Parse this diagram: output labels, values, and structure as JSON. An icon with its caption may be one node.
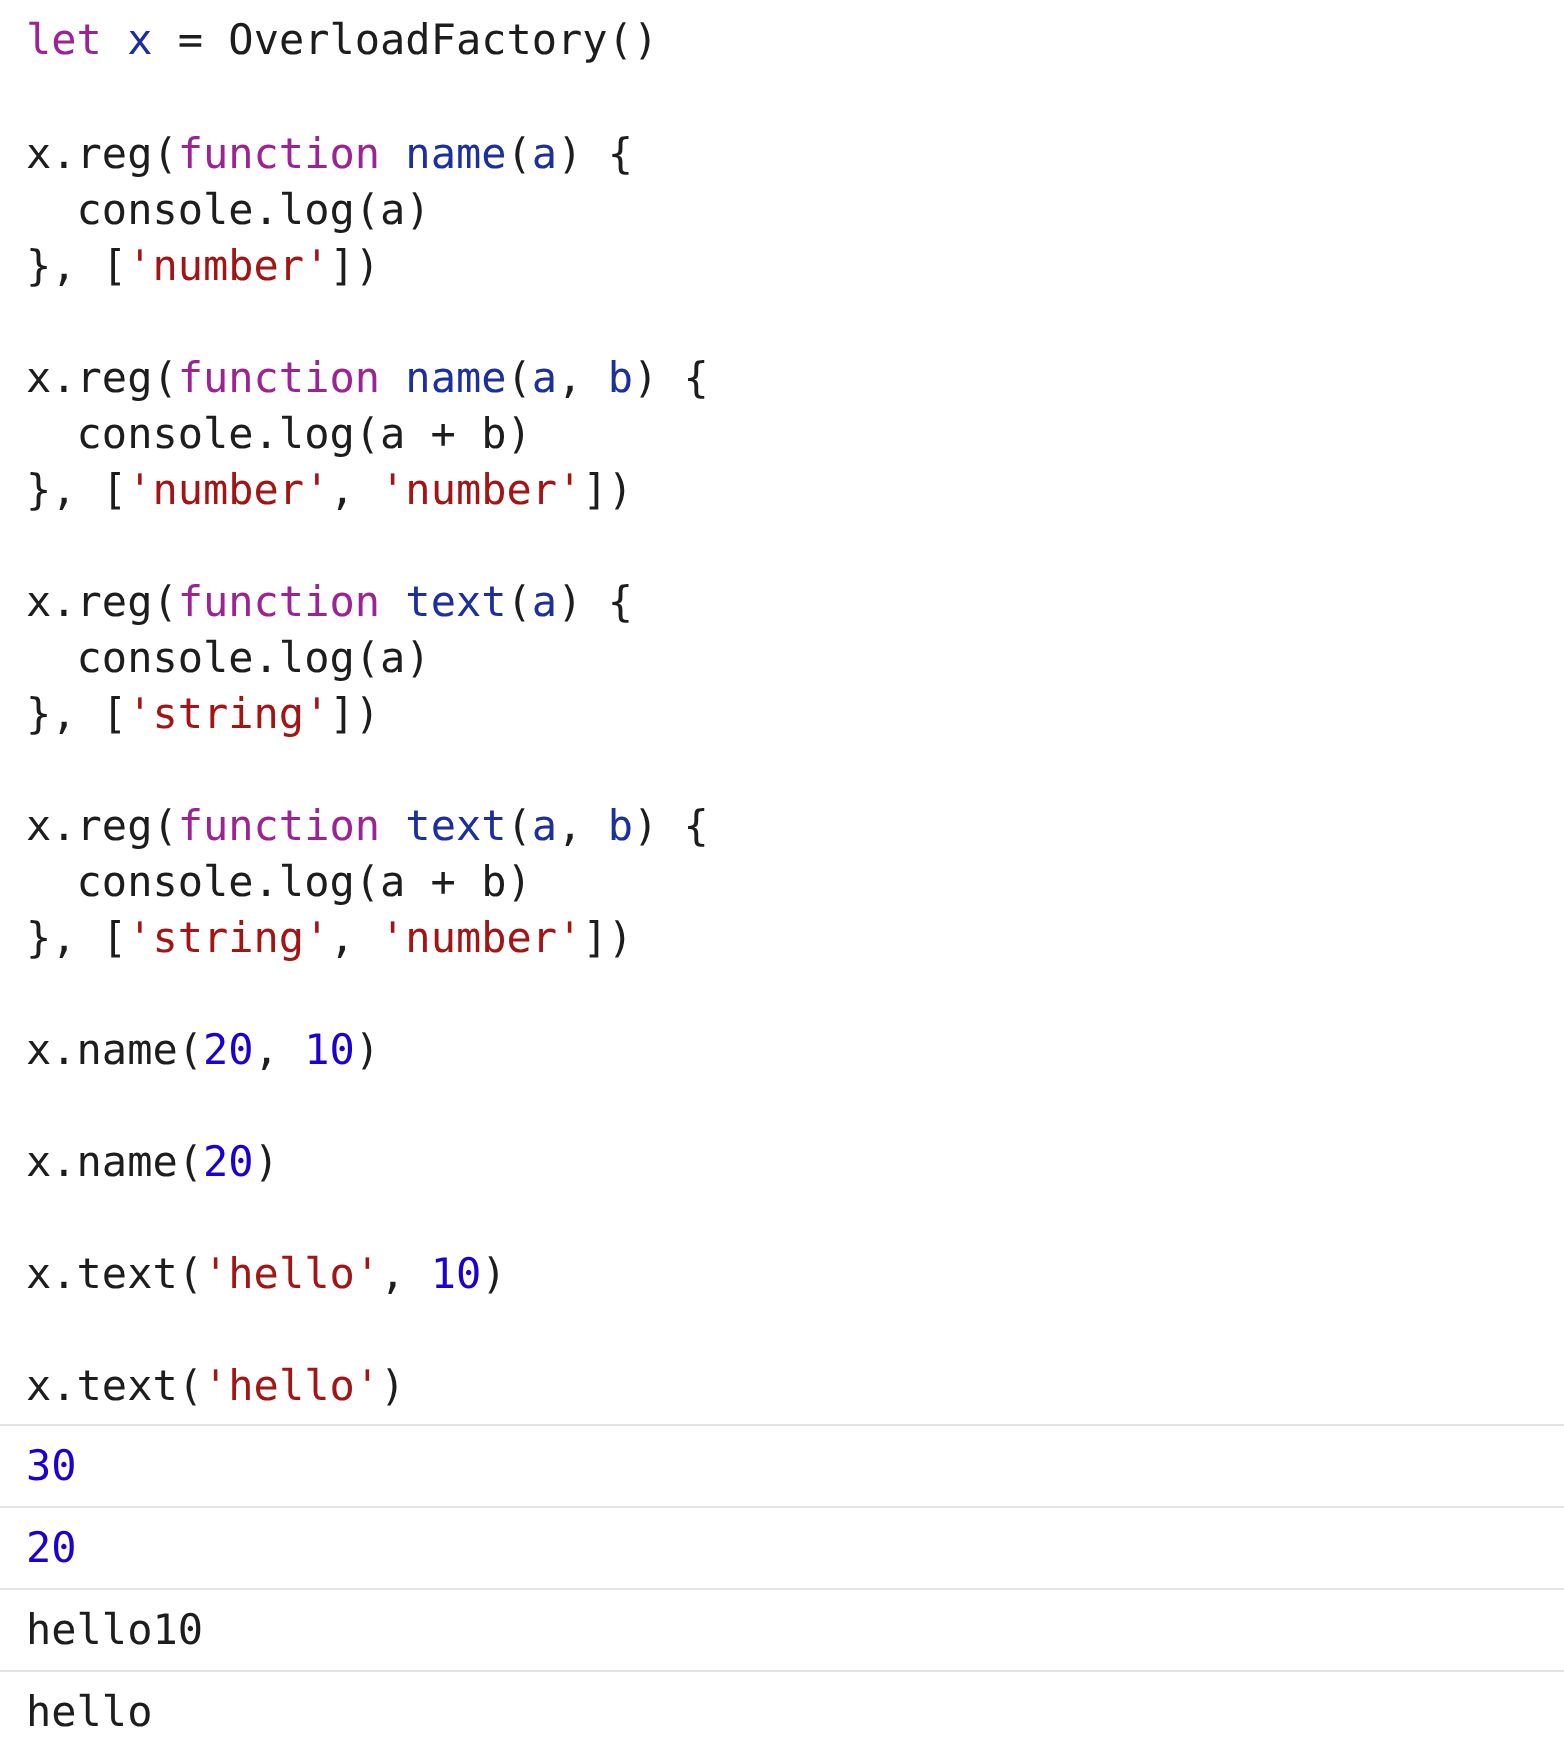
{
  "diagram": {
    "labels": [
      "let x = OverloadFactory()",
      "x.reg(function name(a) {",
      "  console.log(a)",
      "}, ['number'])",
      "x.reg(function name(a, b) {",
      "  console.log(a + b)",
      "}, ['number', 'number'])",
      "x.reg(function text(a) {",
      "  console.log(a)",
      "}, ['string'])",
      "x.reg(function text(a, b) {",
      "  console.log(a + b)",
      "}, ['string', 'number'])",
      "x.name(20, 10)",
      "x.name(20)",
      "x.text('hello', 10)",
      "x.text('hello')",
      "30",
      "20",
      "hello10",
      "hello"
    ]
  }
}
